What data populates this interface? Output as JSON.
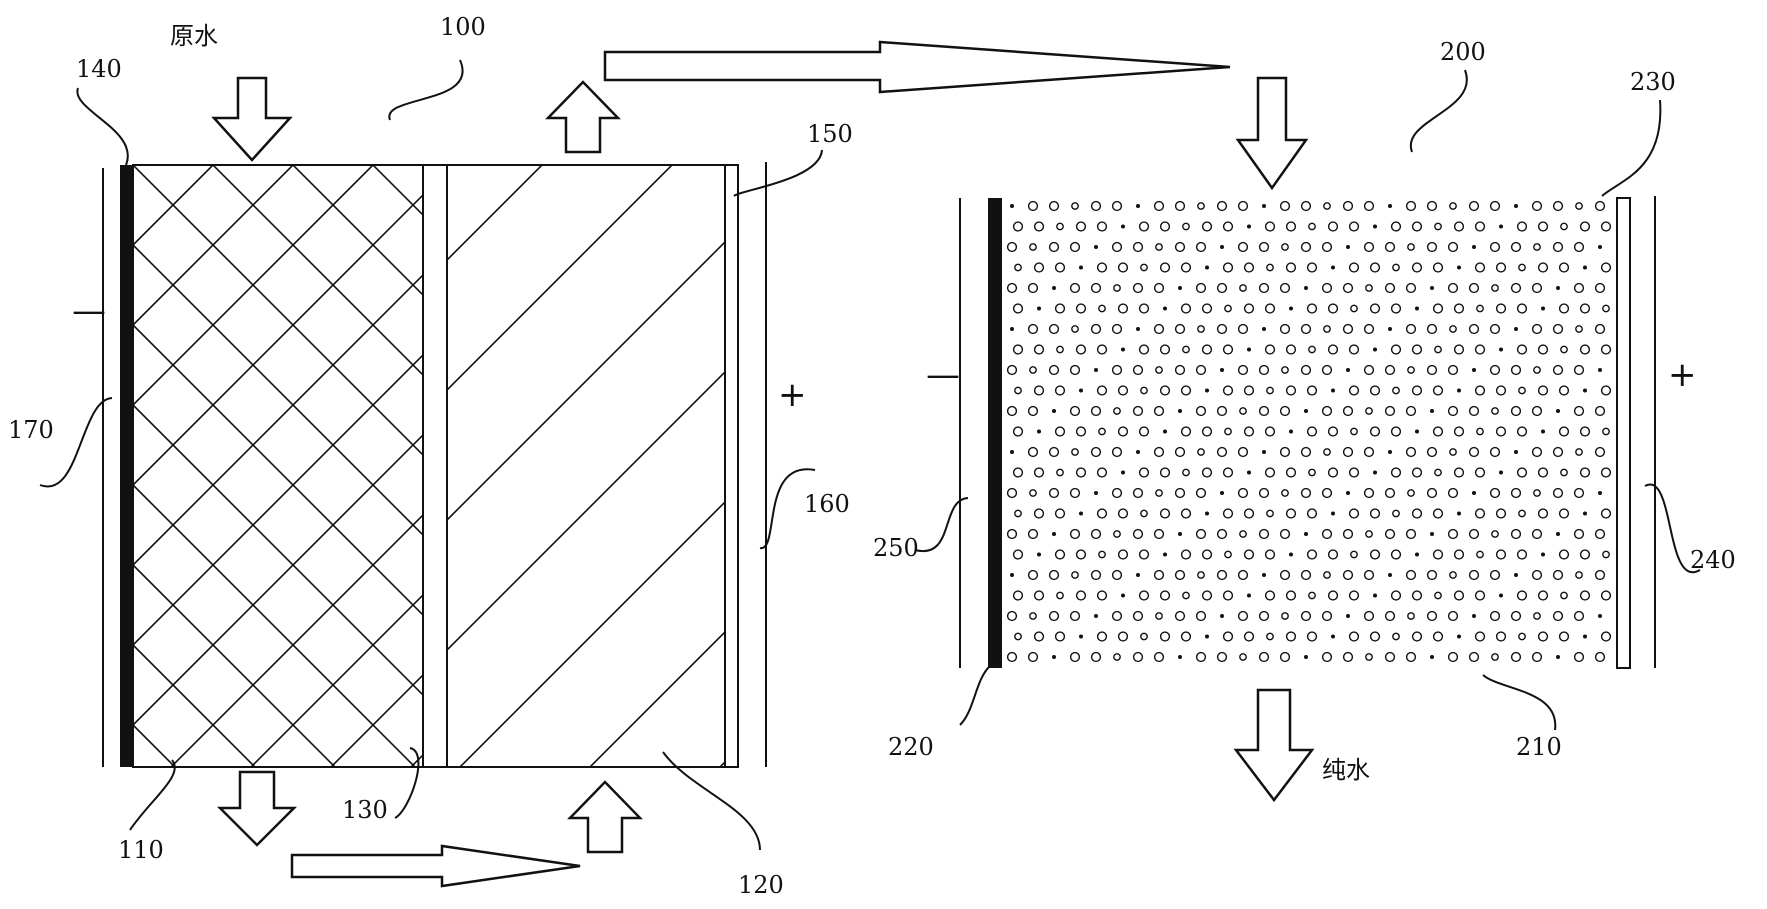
{
  "diagram": {
    "inputs": {
      "raw_water": "原水",
      "pure_water": "纯水"
    },
    "device_1": {
      "id": "100",
      "left_bed": "110",
      "right_bed": "120",
      "middle_membrane": "130",
      "cathode_plate": "140",
      "right_membrane": "150",
      "anode": "160",
      "cathode": "170"
    },
    "device_2": {
      "id": "200",
      "resin_bed": "210",
      "cathode_plate": "220",
      "membrane": "230",
      "anode": "240",
      "cathode": "250"
    },
    "polarity": {
      "negative": "—",
      "positive": "+"
    },
    "colors": {
      "line": "#111111",
      "background": "#ffffff"
    }
  }
}
